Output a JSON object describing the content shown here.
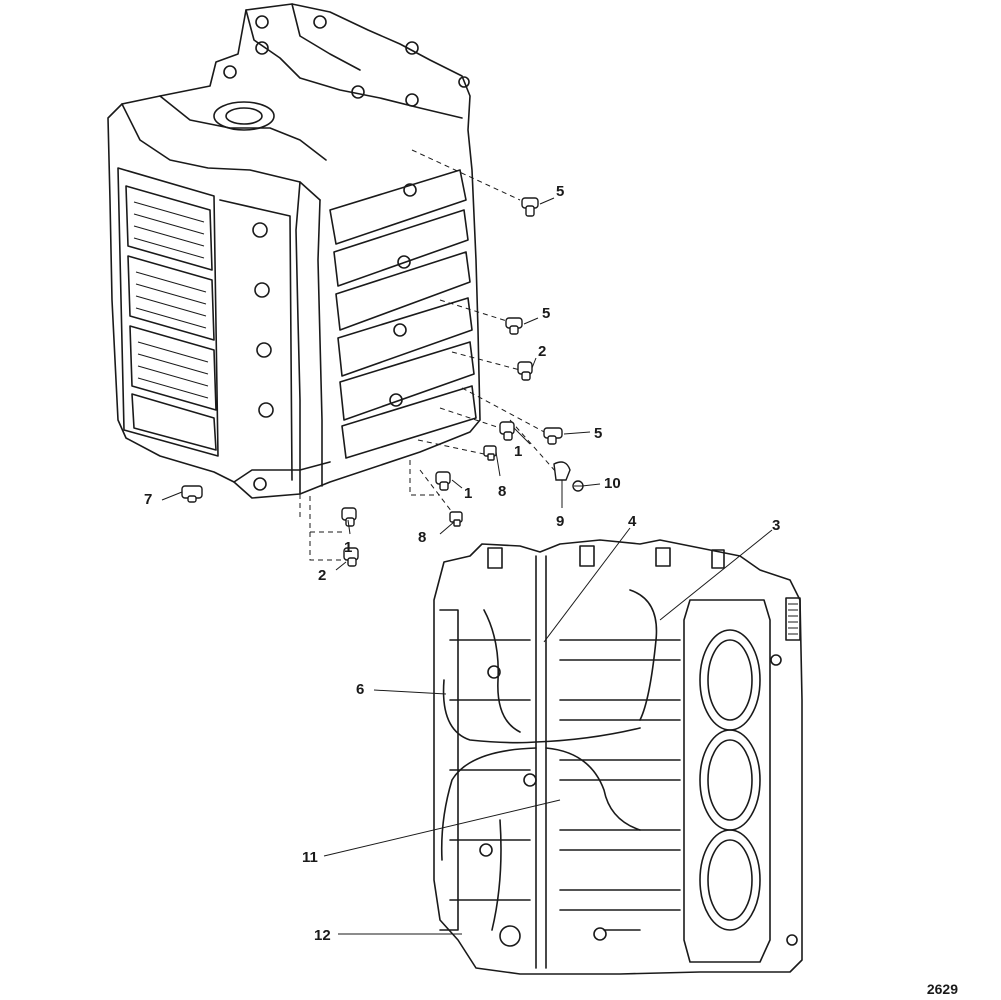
{
  "figure_id": "2629",
  "callouts": [
    {
      "id": "c5a",
      "label": "5"
    },
    {
      "id": "c5b",
      "label": "5"
    },
    {
      "id": "c2a",
      "label": "2"
    },
    {
      "id": "c5c",
      "label": "5"
    },
    {
      "id": "c1a",
      "label": "1"
    },
    {
      "id": "c1b",
      "label": "1"
    },
    {
      "id": "c8a",
      "label": "8"
    },
    {
      "id": "c10",
      "label": "10"
    },
    {
      "id": "c9",
      "label": "9"
    },
    {
      "id": "c7",
      "label": "7"
    },
    {
      "id": "c1c",
      "label": "1"
    },
    {
      "id": "c8b",
      "label": "8"
    },
    {
      "id": "c2b",
      "label": "2"
    },
    {
      "id": "c4",
      "label": "4"
    },
    {
      "id": "c3",
      "label": "3"
    },
    {
      "id": "c6",
      "label": "6"
    },
    {
      "id": "c11",
      "label": "11"
    },
    {
      "id": "c12",
      "label": "12"
    }
  ]
}
